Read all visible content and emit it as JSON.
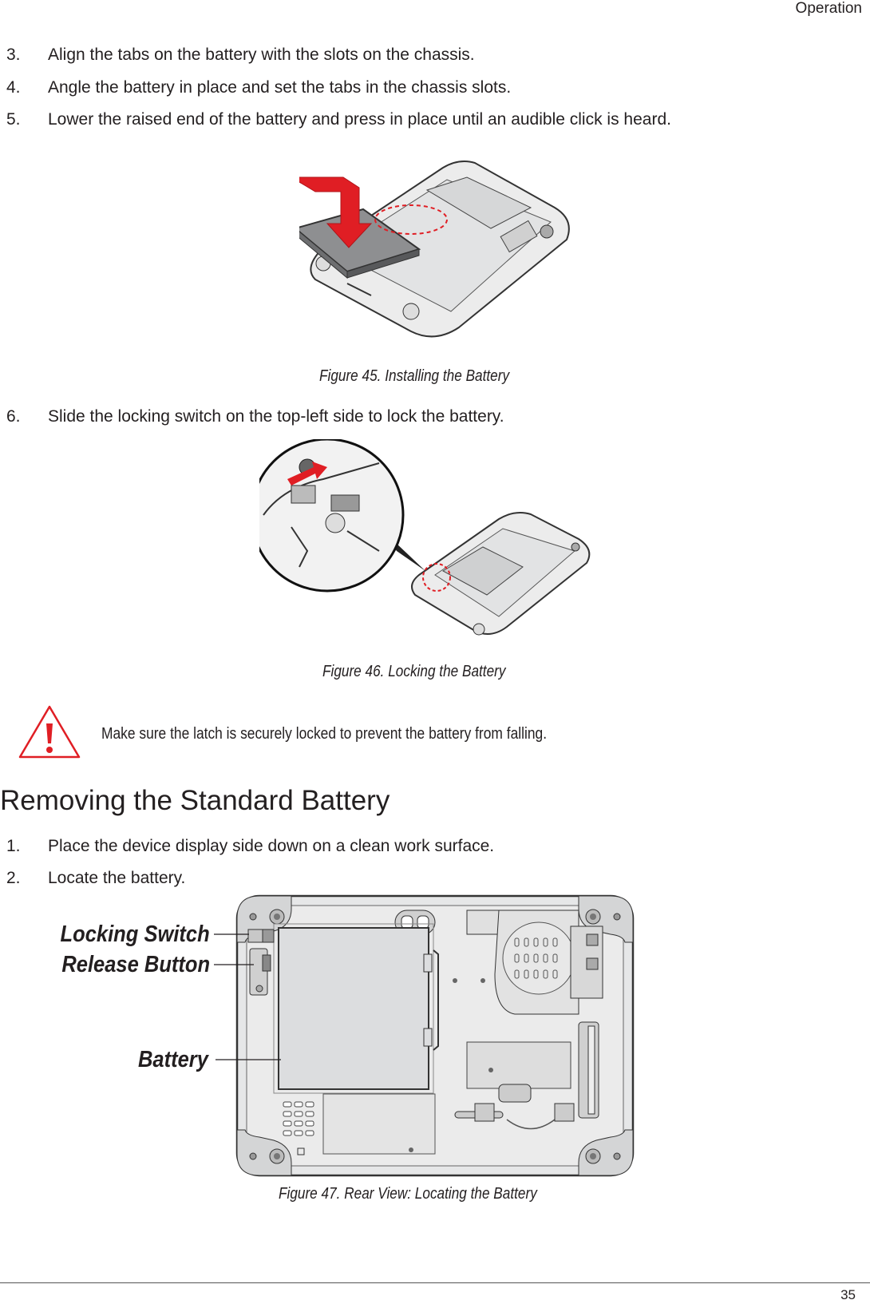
{
  "header": {
    "section": "Operation"
  },
  "steps_top": [
    {
      "num": "3.",
      "text": "Align the tabs on the battery with the slots on the chassis."
    },
    {
      "num": "4.",
      "text": "Angle the battery in place and set the tabs in the chassis slots."
    },
    {
      "num": "5.",
      "text": "Lower the raised end of the battery and press in place until an audible click is heard."
    }
  ],
  "figure45": {
    "caption": "Figure 45.  Installing the Battery"
  },
  "step6": {
    "num": "6.",
    "text": "Slide the locking switch on the top-left side to lock the battery."
  },
  "figure46": {
    "caption": "Figure 46.  Locking the Battery"
  },
  "warning": {
    "text": "Make sure the latch is securely locked to prevent the battery from falling.",
    "icon": "warning-triangle-icon",
    "color": "#e01e24"
  },
  "section": {
    "title": "Removing the Standard Battery"
  },
  "steps_bottom": [
    {
      "num": "1.",
      "text": "Place the device display side down on a clean work surface."
    },
    {
      "num": "2.",
      "text": "Locate the battery."
    }
  ],
  "figure47": {
    "callouts": {
      "locking_switch": "Locking Switch",
      "release_button": "Release Button",
      "battery": "Battery"
    },
    "caption": "Figure 47.  Rear View: Locating the Battery"
  },
  "footer": {
    "page": "35"
  },
  "colors": {
    "accent_red": "#e01e24",
    "device_gray": "#e6e7e8",
    "text": "#231f20"
  }
}
